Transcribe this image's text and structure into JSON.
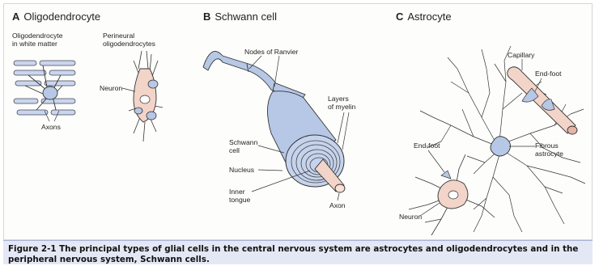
{
  "panels": {
    "a": {
      "letter": "A",
      "title": "Oligodendrocyte"
    },
    "b": {
      "letter": "B",
      "title": "Schwann cell"
    },
    "c": {
      "letter": "C",
      "title": "Astrocyte"
    }
  },
  "labels": {
    "oligo_white_matter_1": "Oligodendrocyte",
    "oligo_white_matter_2": "in white matter",
    "perineural_1": "Perineural",
    "perineural_2": "oligodendrocytes",
    "neuron_a": "Neuron",
    "axons": "Axons",
    "nodes_of_ranvier": "Nodes of Ranvier",
    "layers_1": "Layers",
    "layers_2": "of myelin",
    "schwann_1": "Schwann",
    "schwann_2": "cell",
    "nucleus": "Nucleus",
    "inner_1": "Inner",
    "inner_2": "tongue",
    "axon": "Axon",
    "capillary": "Capillary",
    "end_foot_top": "End-foot",
    "end_foot_left": "End-foot",
    "fibrous_1": "Fibrous",
    "fibrous_2": "astrocyte",
    "neuron_c": "Neuron"
  },
  "caption": "Figure 2-1 The principal types of glial cells in the central nervous system are astrocytes and oligodendrocytes and in the peripheral nervous system, Schwann cells.",
  "colors": {
    "cell_blue": "#b7c8e6",
    "neuron_pink": "#f2d4c8",
    "myelin_blue": "#c5d3ec",
    "line": "#333333",
    "caption_bg": "#e4e8f5"
  }
}
